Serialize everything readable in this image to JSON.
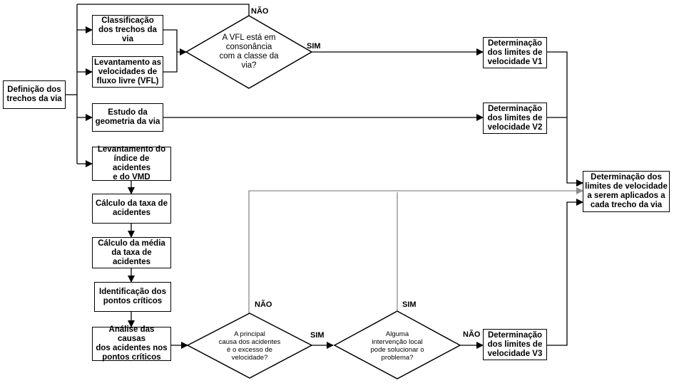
{
  "nodes": {
    "definicao": "Definição dos\ntrechos da via",
    "classificacao": "Classificação\ndos trechos da\nvia",
    "levantamento_vfl": "Levantamento as\nvelocidades de\nfluxo livre (VFL)",
    "estudo_geometria": "Estudo da\ngeometria da via",
    "levantamento_acidentes": "Levantamento do\níndice de acidentes\ne do VMD",
    "calculo_taxa": "Cálculo da taxa de\nacidentes",
    "calculo_media": "Cálculo da média\nda taxa de\nacidentes",
    "identificacao": "Identificação dos\npontos críticos",
    "analise_causas": "Análise das causas\ndos acidentes nos\npontos críticos",
    "limites_v1": "Determinação\ndos limites de\nvelocidade V1",
    "limites_v2": "Determinação\ndos limites de\nvelocidade V2",
    "limites_v3": "Determinação\ndos limites de\nvelocidade V3",
    "limites_final": "Determinação dos\nlimites de velocidade\na serem aplicados a\ncada trecho da via"
  },
  "decisions": {
    "vfl_consonancia": "A VFL está em\nconsonância\ncom a classe da\nvia?",
    "causa_velocidade": "A principal\ncausa dos acidentes\né o excesso de\nvelocidade?",
    "intervencao_local": "Alguma\nintervenção local\npode solucionar o\nproblema?"
  },
  "labels": {
    "nao_1": "NÃO",
    "sim_1": "SIM",
    "nao_2": "NÃO",
    "sim_2": "SIM",
    "sim_3": "SIM",
    "nao_3": "NÃO"
  },
  "colors": {
    "line": "#000000",
    "feedback_line": "#8c8c8c"
  }
}
